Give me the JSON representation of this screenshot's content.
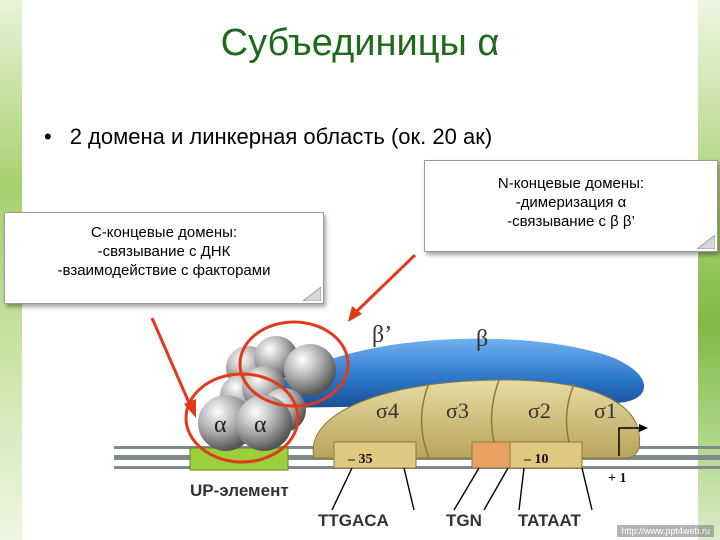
{
  "title": "Субъединицы α",
  "bullet": "2 домена и линкерная область (ок. 20 ак)",
  "callout_c_terminal": {
    "heading": "С-концевые домены:",
    "lines": [
      "-связывание с ДНК",
      "-взаимодействие с факторами"
    ]
  },
  "callout_n_terminal": {
    "heading": "N-концевые домены:",
    "lines": [
      "-димеризация α",
      "-связывание с β β’"
    ]
  },
  "diagram": {
    "beta_prime": "β’",
    "beta": "β",
    "sigma4": "σ4",
    "sigma3": "σ3",
    "sigma2": "σ2",
    "sigma1": "σ1",
    "alpha_left": "α",
    "alpha_right": "α",
    "minus35": "– 35",
    "minus10": "– 10",
    "plus1": "+ 1",
    "up_element": "UP-элемент",
    "seq_ttgaca": "TTGACA",
    "seq_tgn": "TGN",
    "seq_tataat": "TATAAT"
  },
  "watermark": "http://www.ppt4web.ru",
  "colors": {
    "title": "#1e6b1e",
    "accent_red": "#e03a1a",
    "beta_blue": "#2a74c8",
    "sigma_khaki": "#c9b66a",
    "up_green": "#9ccf3c",
    "minus10_orange": "#e9a060"
  }
}
